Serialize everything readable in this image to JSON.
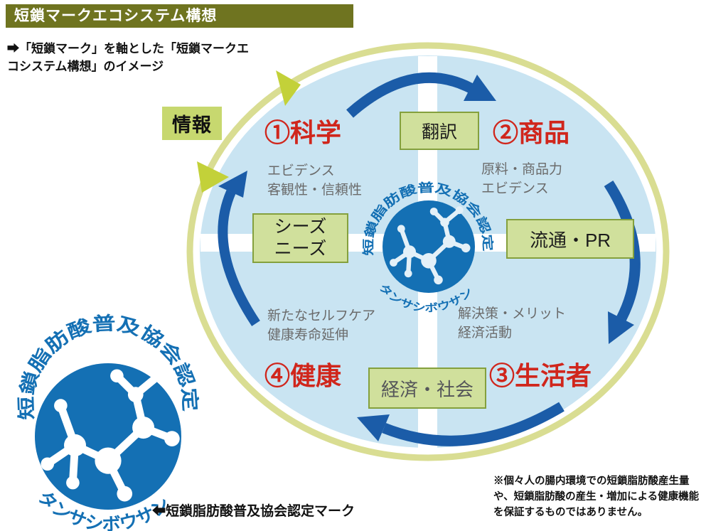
{
  "header": {
    "title": "短鎖マークエコシステム構想"
  },
  "intro": {
    "text": "➡「短鎖マーク」を軸とした「短鎖マークエコシステム構想」のイメージ"
  },
  "diagram": {
    "info_label": "情報",
    "quadrants": [
      {
        "title": "①科学",
        "desc": "エビデンス\n客観性・信頼性"
      },
      {
        "title": "②商品",
        "desc": "原料・商品力\nエビデンス"
      },
      {
        "title": "③生活者",
        "desc": "解決策・メリット\n経済活動"
      },
      {
        "title": "④健康",
        "desc": "新たなセルフケア\n健康寿命延伸"
      }
    ],
    "link_boxes": {
      "top": "翻訳",
      "right": "流通・PR",
      "bottom": "経済・社会",
      "left": "シーズ\nニーズ"
    },
    "center_mark": {
      "arc_top": "短鎖脂肪酸普及協会認定",
      "arc_bottom": "タンサシボウサン"
    }
  },
  "certification_mark": {
    "arc_top": "短鎖脂肪酸普及協会認定",
    "arc_bottom": "タンサシボウサン",
    "caption": "⬅短鎖脂肪酸普及協会認定マーク"
  },
  "footnote": {
    "text": "※個々人の腸内環境での短鎖脂肪酸産生量や、短鎖脂肪酸の産生・増加による健康機能を保証するものではありません。"
  },
  "colors": {
    "header_bg": "#6f7420",
    "ring_yellow": "#d9dd92",
    "arrow_yellow": "#c3d139",
    "arrow_blue": "#1b5ca8",
    "quadrant_fill": "#c9e4f2",
    "logo_blue": "#1470b4",
    "box_green_fill": "#d0e09c",
    "box_green_border": "#84a03d",
    "info_box_green": "#c7d86f",
    "accent_red": "#d0261c",
    "desc_gray": "#6b6b6b"
  }
}
